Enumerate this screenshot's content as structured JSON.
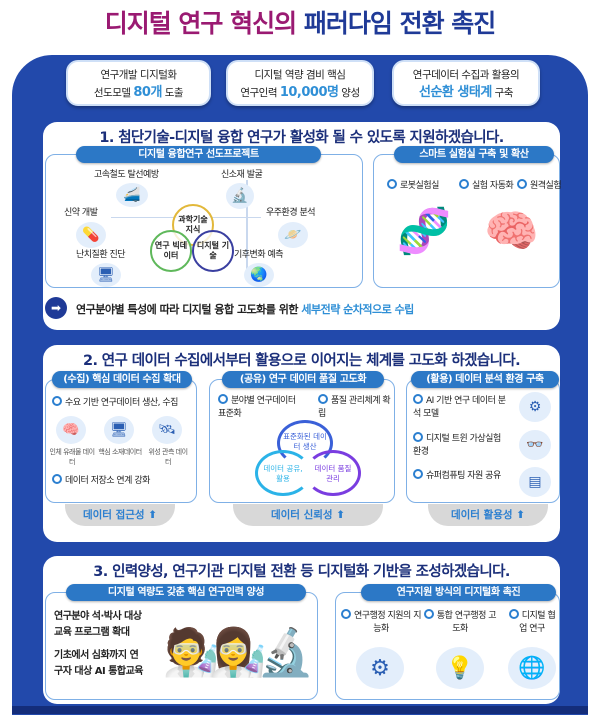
{
  "title": {
    "part1": "디지털 연구 혁신의",
    "part2": "패러다임 전환 촉진"
  },
  "kpis": [
    {
      "line1": "연구개발 디지털화",
      "pre": "선도모델 ",
      "hl": "80개",
      "post": " 도출"
    },
    {
      "line1": "디지털 역량 겸비 핵심",
      "pre": "연구인력 ",
      "hl": "10,000명",
      "post": " 양성"
    },
    {
      "line1": "연구데이터 수집과 활용의",
      "pre": "",
      "hl": "선순환 생태계",
      "post": " 구축"
    }
  ],
  "s1": {
    "heading": "1. 첨단기술-디지털 융합 연구가 활성화 될 수 있도록 지원하겠습니다.",
    "left_title": "디지털 융합연구 선도프로젝트",
    "fields": [
      "고속철도 탈선예방",
      "신소재 발굴",
      "신약 개발",
      "우주환경 분석",
      "난치질환 진단",
      "기후변화 예측"
    ],
    "venn": [
      "과학기술 지식",
      "연구 빅데이터",
      "디지털 기술"
    ],
    "right_title": "스마트 실험실 구축 및 확산",
    "labs": [
      "로봇실험실",
      "실험 자동화",
      "원격실험"
    ],
    "note": "연구분야별 특성에 따라 디지털 융합 고도화를 위한 ",
    "note_hl": "세부전략 순차적으로 수립"
  },
  "s2": {
    "heading": "2. 연구 데이터 수집에서부터 활용으로 이어지는 체계를 고도화 하겠습니다.",
    "col1": {
      "title": "(수집) 핵심 데이터 수집 확대",
      "item1": "수요 기반 연구데이터 생산, 수집",
      "icons": [
        "인체 유래물 데이터",
        "핵심 소재데이터",
        "위성 관측 데이터"
      ],
      "item2": "데이터 저장소 연계 강화",
      "footer": "데이터 접근성 ⬆"
    },
    "col2": {
      "title": "(공유) 연구 데이터 품질 고도화",
      "item1": "분야별 연구데이터 표준화",
      "item2": "품질 관리체계 확립",
      "cycle": [
        "표준화된 데이터 생산",
        "데이터 품질 관리",
        "데이터 공유, 활용"
      ],
      "footer": "데이터 신뢰성 ⬆"
    },
    "col3": {
      "title": "(활용) 데이터 분석 환경 구축",
      "items": [
        "AI 기반 연구 데이터 분석 모델",
        "디지털 트윈 가상실험환경",
        "슈퍼컴퓨팅 자원 공유"
      ],
      "footer": "데이터 활용성 ⬆"
    }
  },
  "s3": {
    "heading": "3. 인력양성, 연구기관 디지털 전환 등 디지털화 기반을 조성하겠습니다.",
    "left_title": "디지털 역량도  갖춘 핵심 연구인력 양성",
    "left_items": [
      "연구분야 석·박사 대상 교육 프로그램 확대",
      "기초에서 심화까지 연구자 대상 AI 통합교육"
    ],
    "right_title": "연구지원 방식의 디지털화 촉진",
    "right_items": [
      "연구행정 지원의 지능화",
      "통합 연구행정 고도화",
      "디지털 협업 연구"
    ]
  }
}
